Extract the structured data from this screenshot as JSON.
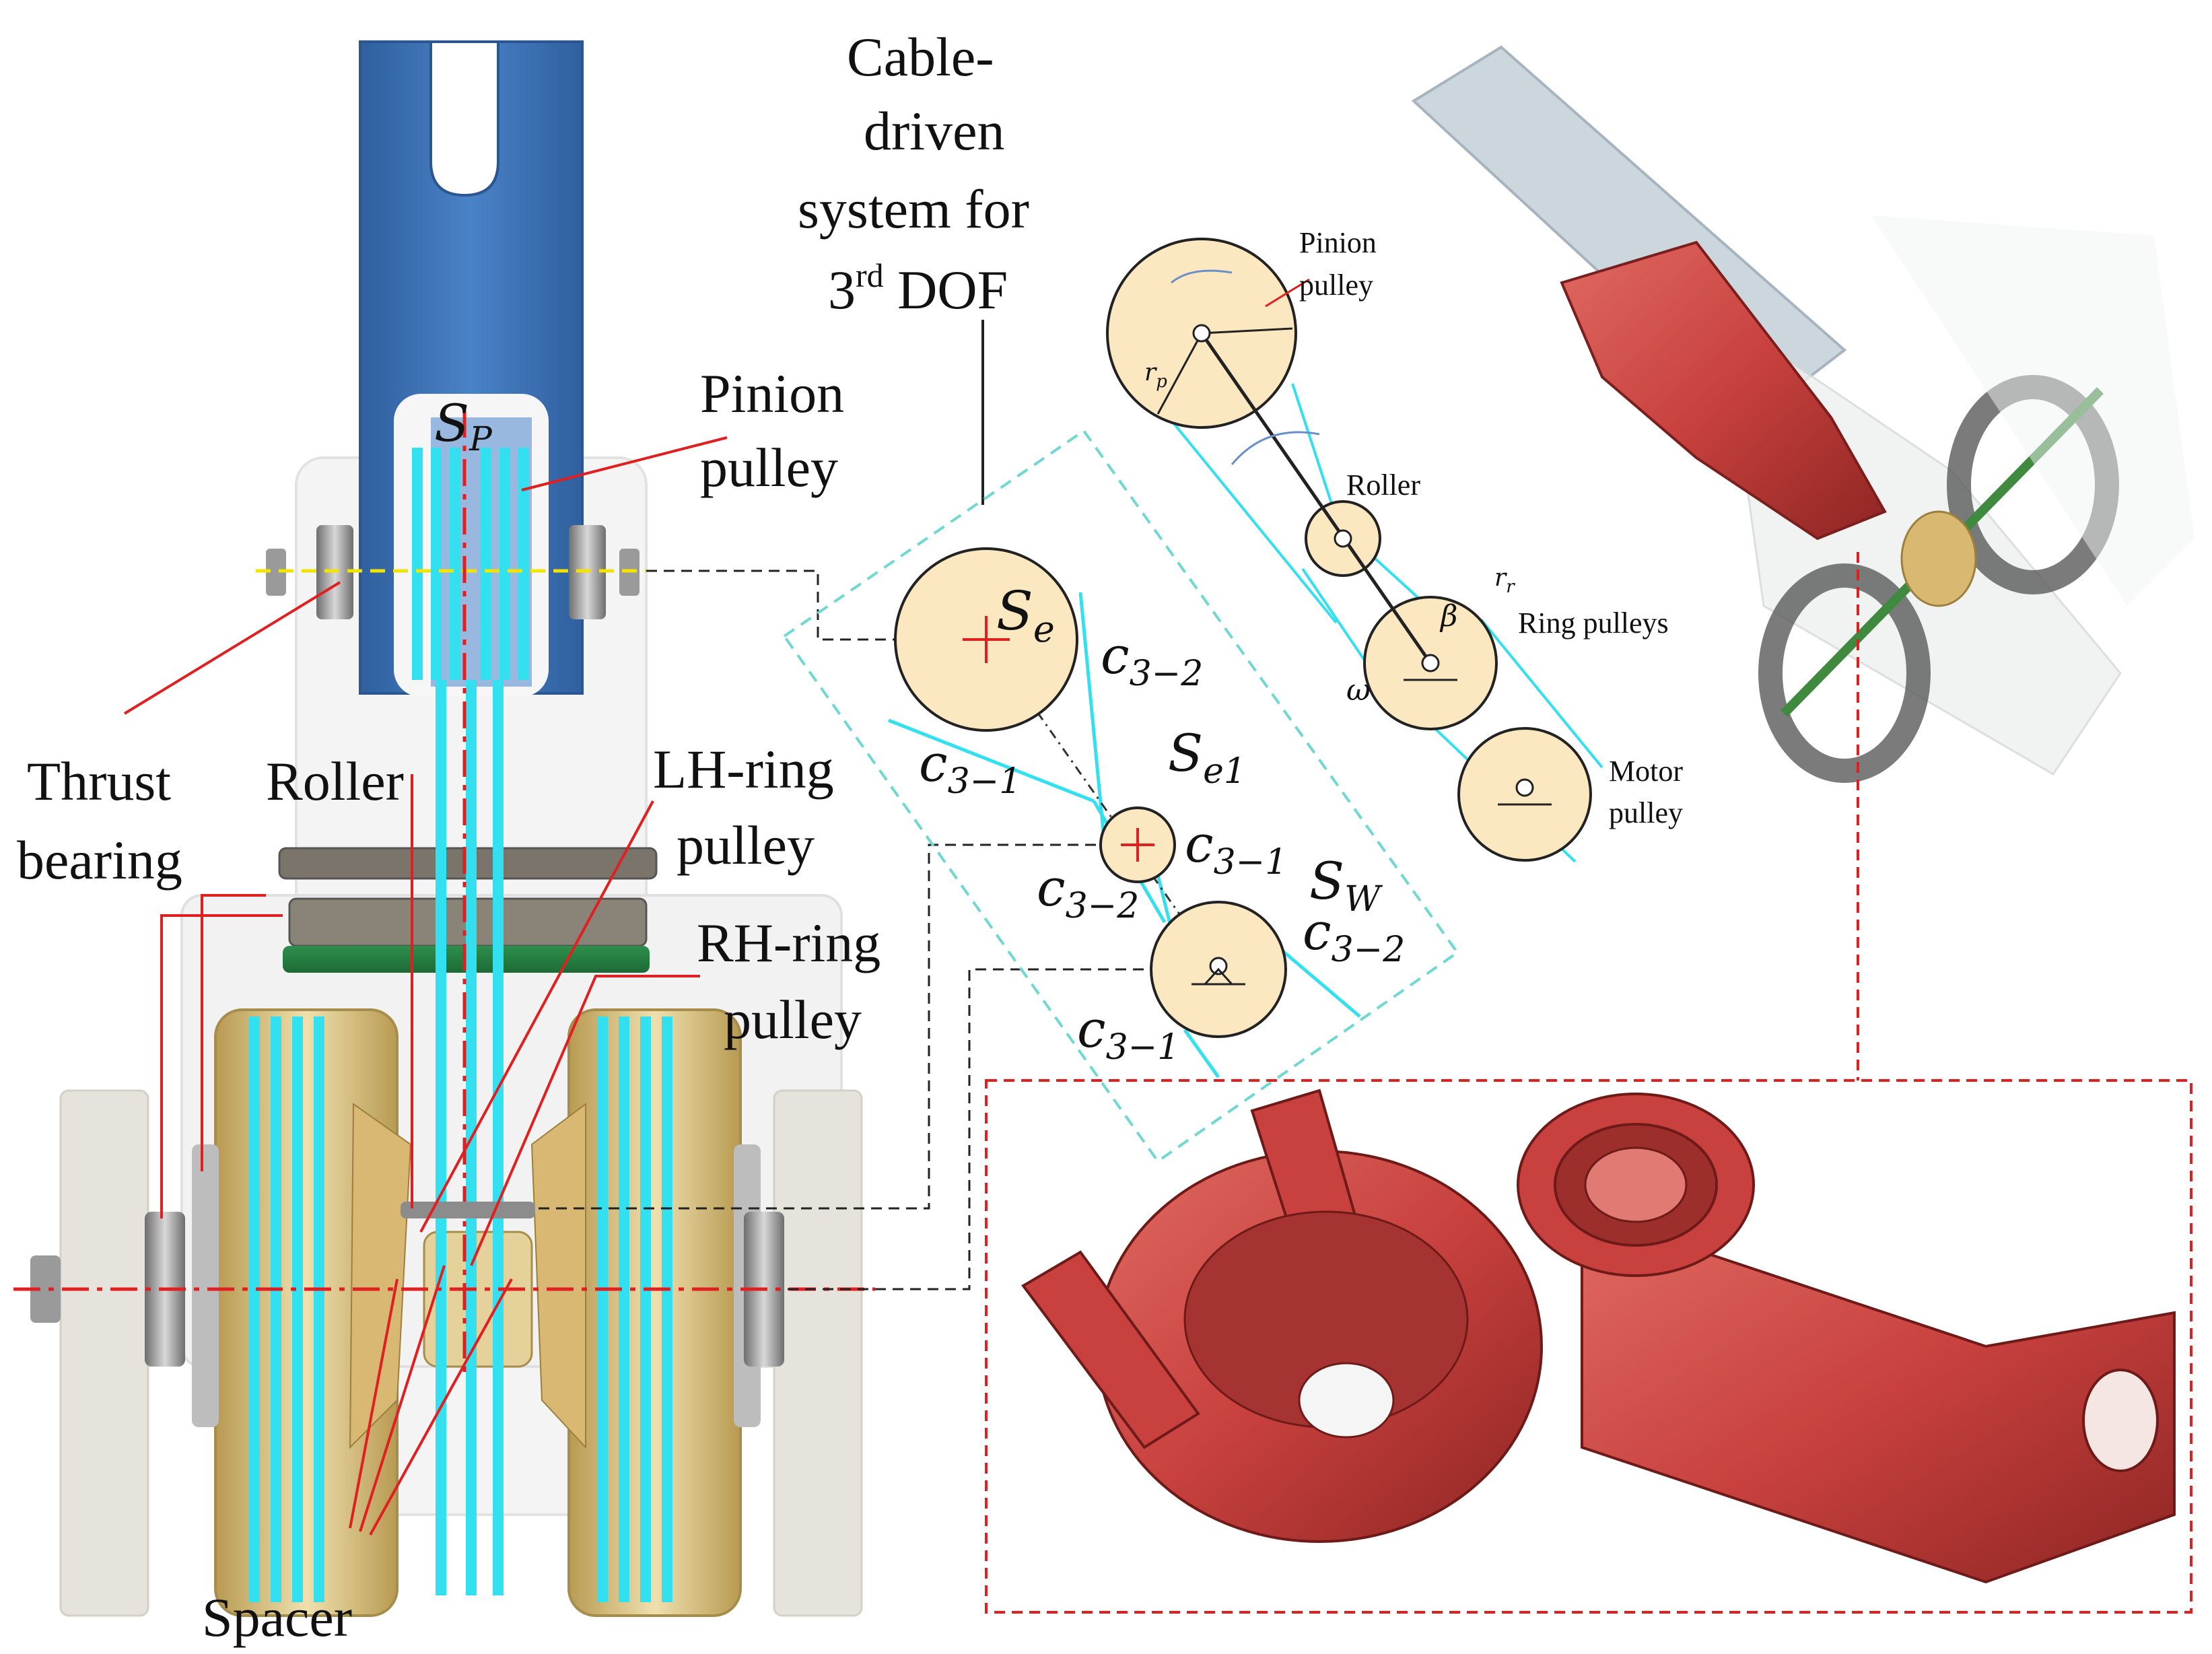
{
  "labels": {
    "cable_title_1": "Cable-",
    "cable_title_2": "driven",
    "cable_title_3": "system for",
    "cable_title_4a": "3",
    "cable_title_4sup": "rd",
    "cable_title_4b": " DOF",
    "pinion_1": "Pinion",
    "pinion_2": "pulley",
    "thrust_1": "Thrust",
    "thrust_2": "bearing",
    "roller": "Roller",
    "lh_1": "LH-ring",
    "lh_2": "pulley",
    "rh_1": "RH-ring",
    "rh_2": "pulley",
    "spacer": "Spacer",
    "sp": "S",
    "sp_sub": "P"
  },
  "schematic": {
    "se": "S",
    "se_sub": "e",
    "se1": "S",
    "se1_sub": "e1",
    "sw": "S",
    "sw_sub": "W",
    "c32_a": "c",
    "c32_a_sub": "3−2",
    "c31_a": "c",
    "c31_a_sub": "3−1",
    "c31_b": "c",
    "c31_b_sub": "3−1",
    "c32_b": "c",
    "c32_b_sub": "3−2",
    "c32_c": "c",
    "c32_c_sub": "3−2",
    "c31_c": "c",
    "c31_c_sub": "3−1"
  },
  "kinematic": {
    "pinion_1": "Pinion",
    "pinion_2": "pulley",
    "roller": "Roller",
    "ring": "Ring pulleys",
    "motor_1": "Motor",
    "motor_2": "pulley",
    "rp": "r",
    "rp_sub": "p",
    "rr": "r",
    "rr_sub": "r",
    "beta": "β",
    "omega": "ω"
  },
  "colors": {
    "cable": "#33e0f0",
    "fork_blue": "#3f76bb",
    "gold": "#d9c48a",
    "red_part": "#c8413e",
    "disc": "#fbe8c0",
    "dash_red": "#e02020",
    "dash_cyan": "#6fd8d0"
  }
}
